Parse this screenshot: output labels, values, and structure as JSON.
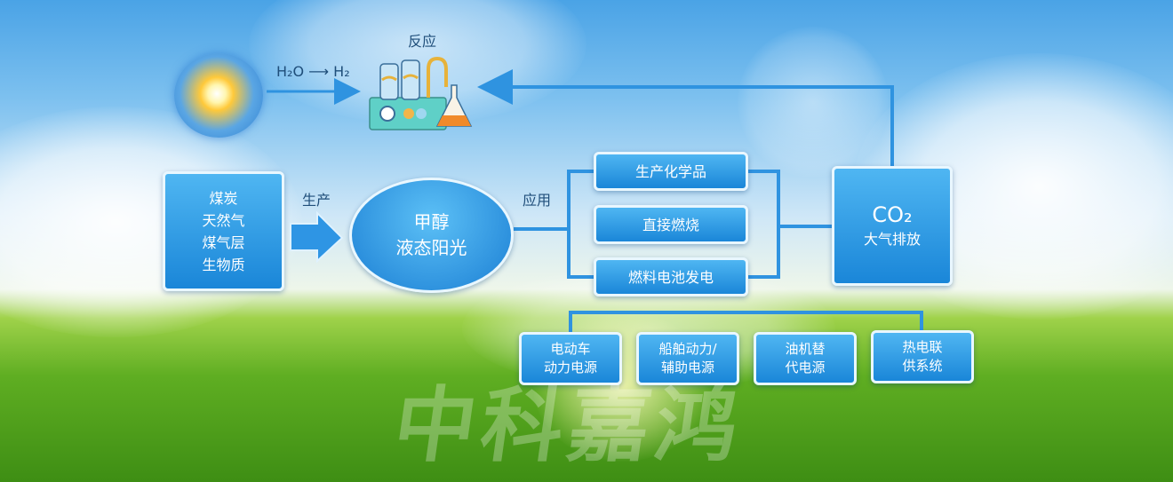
{
  "reaction": {
    "label": "反应",
    "water": "H₂O",
    "hydrogen": "H₂"
  },
  "sources": {
    "text": "煤炭\n天然气\n煤气层\n生物质"
  },
  "produce_label": "生产",
  "center": {
    "text": "甲醇\n液态阳光"
  },
  "apply_label": "应用",
  "applications": [
    {
      "label": "生产化学品"
    },
    {
      "label": "直接燃烧"
    },
    {
      "label": "燃料电池发电"
    }
  ],
  "co2": {
    "formula": "CO₂",
    "label": "大气排放"
  },
  "bottom_items": [
    {
      "label": "电动车\n动力电源"
    },
    {
      "label": "船舶动力/\n辅助电源"
    },
    {
      "label": "油机替\n代电源"
    },
    {
      "label": "热电联\n供系统"
    }
  ],
  "watermark": "中科嘉鸿",
  "colors": {
    "box": "#1a86d8",
    "line": "#2f93e0",
    "border": "#e9f7ff"
  }
}
